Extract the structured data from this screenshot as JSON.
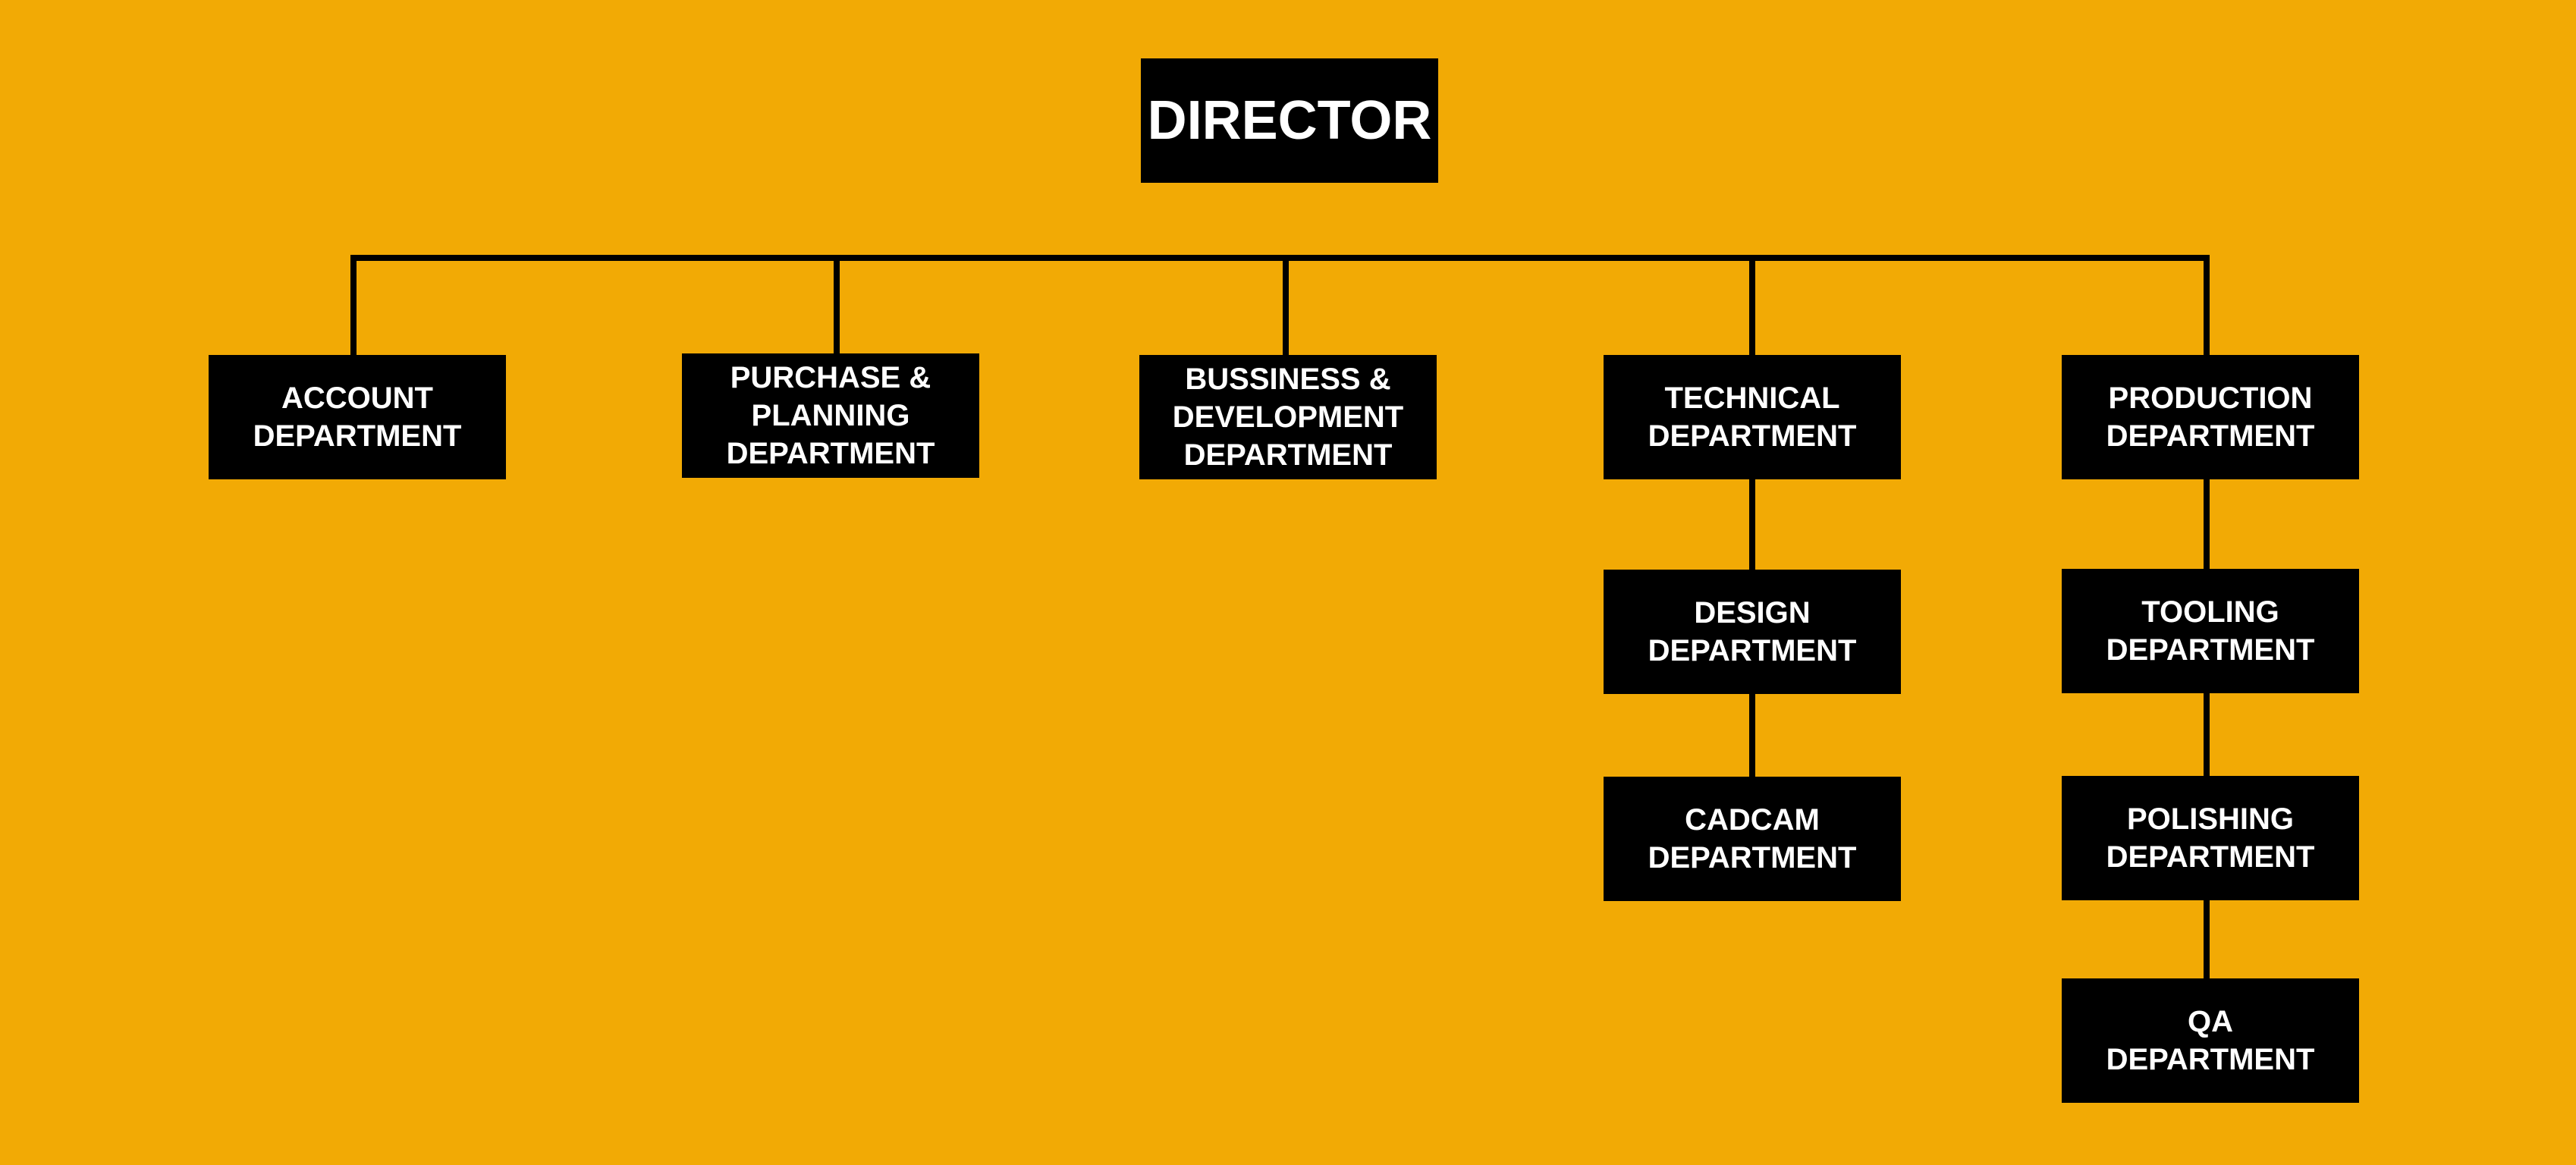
{
  "colors": {
    "background": "#F2AA05",
    "box_fill": "#000000",
    "box_text": "#FFFFFF",
    "connector": "#000000"
  },
  "org_chart": {
    "director": "DIRECTOR",
    "departments": {
      "account": "ACCOUNT\nDEPARTMENT",
      "purchase_planning": "PURCHASE &\nPLANNING\nDEPARTMENT",
      "business_development": "BUSSINESS &\nDEVELOPMENT\nDEPARTMENT",
      "technical": "TECHNICAL\nDEPARTMENT",
      "production": "PRODUCTION\nDEPARTMENT"
    },
    "technical_subunits": {
      "design": "DESIGN\nDEPARTMENT",
      "cadcam": "CADCAM\nDEPARTMENT"
    },
    "production_subunits": {
      "tooling": "TOOLING\nDEPARTMENT",
      "polishing": "POLISHING\nDEPARTMENT",
      "qa": "QA\nDEPARTMENT"
    }
  }
}
